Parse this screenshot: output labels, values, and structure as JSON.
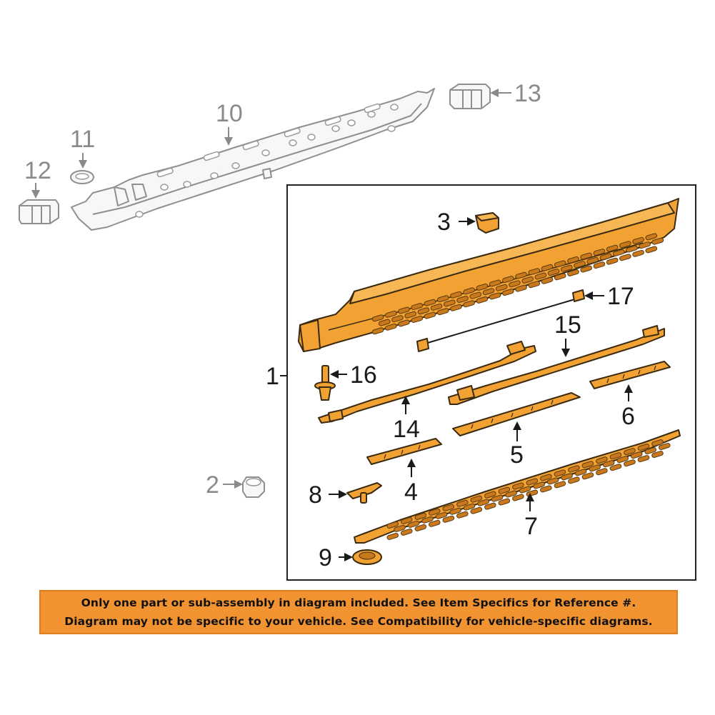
{
  "callouts": {
    "c1": "1",
    "c2": "2",
    "c3": "3",
    "c4": "4",
    "c5": "5",
    "c6": "6",
    "c7": "7",
    "c8": "8",
    "c9": "9",
    "c10": "10",
    "c11": "11",
    "c12": "12",
    "c13": "13",
    "c14": "14",
    "c15": "15",
    "c16": "16",
    "c17": "17"
  },
  "disclaimer": {
    "line1": "Only one part or sub-assembly in diagram included. See Item Specifics for Reference #.",
    "line2": "Diagram may not be specific to your vehicle. See Compatibility for vehicle-specific diagrams."
  },
  "colors": {
    "highlight_part": "#f2a233",
    "disclaimer_background": "#f29332",
    "context_part_outline": "#8f8f8f"
  }
}
